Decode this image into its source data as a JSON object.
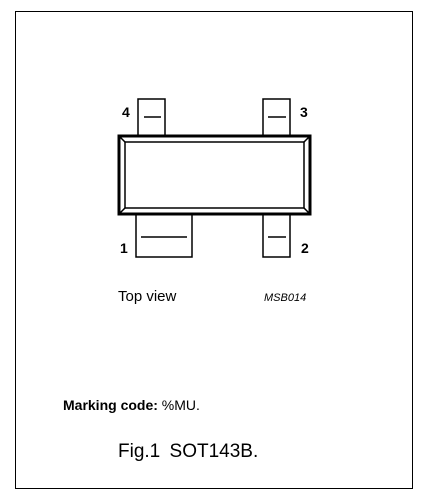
{
  "diagram": {
    "pins": [
      {
        "number": "1"
      },
      {
        "number": "2"
      },
      {
        "number": "3"
      },
      {
        "number": "4"
      }
    ],
    "view_label": "Top view",
    "reference_code": "MSB014"
  },
  "marking": {
    "label": "Marking code:",
    "value": "%MU."
  },
  "caption": "Fig.1  SOT143B."
}
